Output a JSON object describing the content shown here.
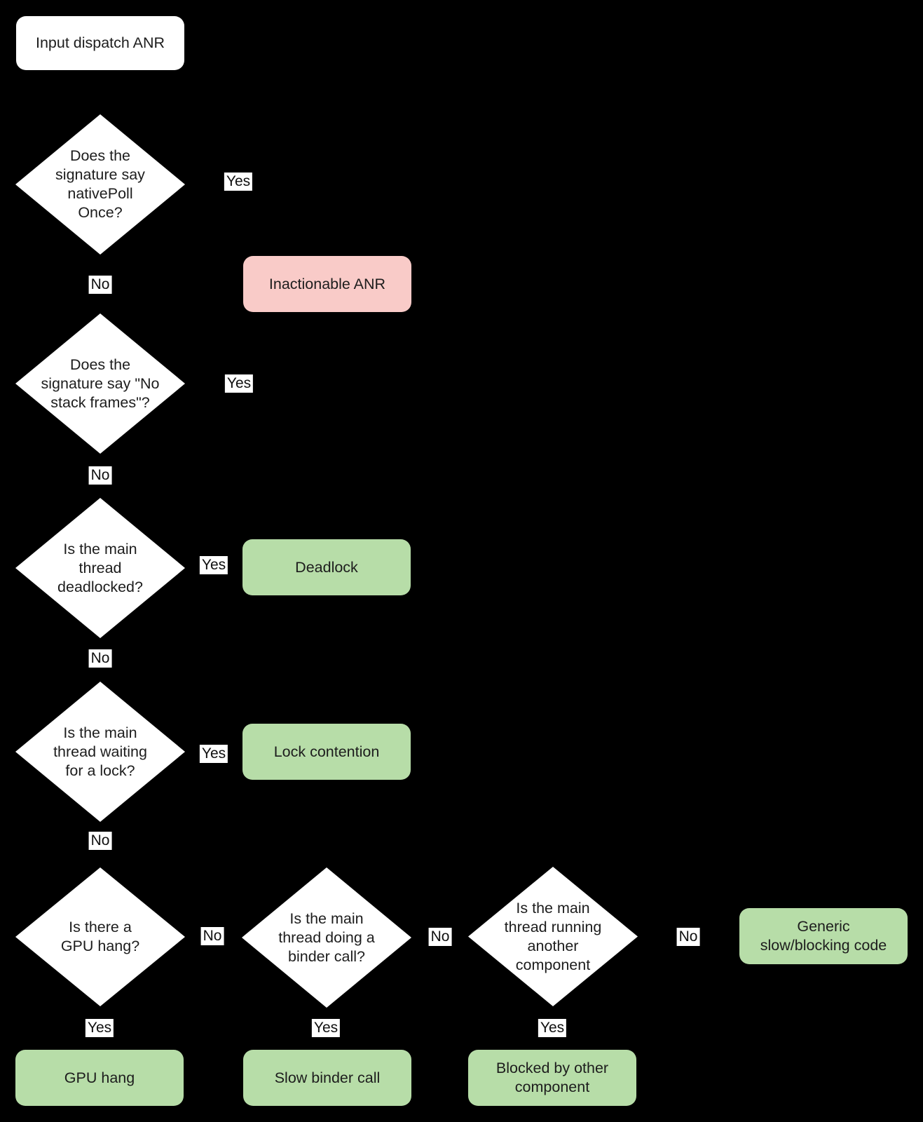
{
  "colors": {
    "background": "#000000",
    "node_white": "#ffffff",
    "terminal_green": "#b7dda8",
    "terminal_pink": "#f9cbc8",
    "text": "#1d1d1d"
  },
  "nodes": {
    "start": {
      "label": "Input dispatch ANR"
    },
    "d1": {
      "label": "Does the\nsignature say\nnativePoll\nOnce?"
    },
    "d2": {
      "label": "Does the\nsignature say \"No\nstack frames\"?"
    },
    "d3": {
      "label": "Is the main\nthread\ndeadlocked?"
    },
    "d4": {
      "label": "Is the main\nthread waiting\nfor a lock?"
    },
    "d5": {
      "label": "Is there a\nGPU hang?"
    },
    "d6": {
      "label": "Is the main\nthread doing a\nbinder call?"
    },
    "d7": {
      "label": "Is the main\nthread running\nanother\ncomponent"
    },
    "inactionable": {
      "label": "Inactionable ANR"
    },
    "deadlock": {
      "label": "Deadlock"
    },
    "lock_contention": {
      "label": "Lock contention"
    },
    "generic": {
      "label": "Generic\nslow/blocking code"
    },
    "gpu_hang": {
      "label": "GPU hang"
    },
    "slow_binder": {
      "label": "Slow binder call"
    },
    "blocked_other": {
      "label": "Blocked by other\ncomponent"
    }
  },
  "edge_labels": {
    "yes": "Yes",
    "no": "No"
  },
  "flow": [
    {
      "from": "start",
      "to": "d1",
      "label": ""
    },
    {
      "from": "d1",
      "to": "inactionable",
      "label": "Yes"
    },
    {
      "from": "d1",
      "to": "d2",
      "label": "No"
    },
    {
      "from": "d2",
      "to": "inactionable",
      "label": "Yes"
    },
    {
      "from": "d2",
      "to": "d3",
      "label": "No"
    },
    {
      "from": "d3",
      "to": "deadlock",
      "label": "Yes"
    },
    {
      "from": "d3",
      "to": "d4",
      "label": "No"
    },
    {
      "from": "d4",
      "to": "lock_contention",
      "label": "Yes"
    },
    {
      "from": "d4",
      "to": "d5",
      "label": "No"
    },
    {
      "from": "d5",
      "to": "gpu_hang",
      "label": "Yes"
    },
    {
      "from": "d5",
      "to": "d6",
      "label": "No"
    },
    {
      "from": "d6",
      "to": "slow_binder",
      "label": "Yes"
    },
    {
      "from": "d6",
      "to": "d7",
      "label": "No"
    },
    {
      "from": "d7",
      "to": "blocked_other",
      "label": "Yes"
    },
    {
      "from": "d7",
      "to": "generic",
      "label": "No"
    }
  ]
}
